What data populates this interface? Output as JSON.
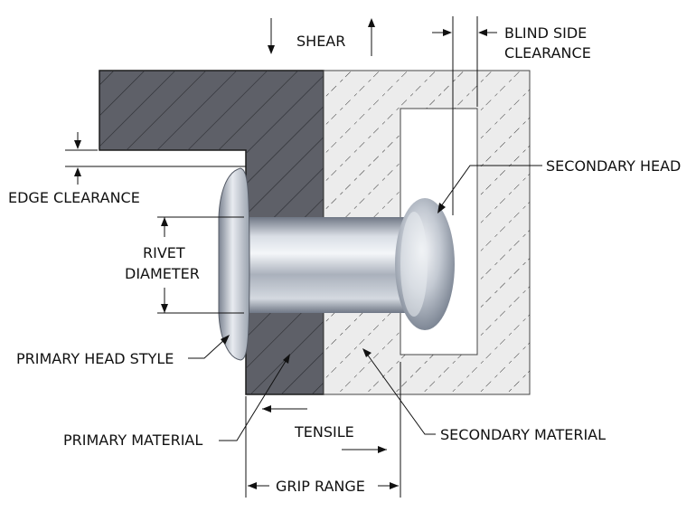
{
  "labels": {
    "shear": "SHEAR",
    "blind_side_1": "BLIND SIDE",
    "blind_side_2": "CLEARANCE",
    "secondary_head": "SECONDARY HEAD",
    "edge_clearance": "EDGE CLEARANCE",
    "rivet_diameter_1": "RIVET",
    "rivet_diameter_2": "DIAMETER",
    "primary_head_style": "PRIMARY HEAD STYLE",
    "primary_material": "PRIMARY MATERIAL",
    "tensile": "TENSILE",
    "secondary_material": "SECONDARY MATERIAL",
    "grip_range": "GRIP RANGE"
  },
  "colors": {
    "primary_material": "#5e6068",
    "secondary_material": "#ececec",
    "line": "#111111",
    "rivet_light": "#f4f6f9",
    "rivet_dark": "#6f7785"
  }
}
